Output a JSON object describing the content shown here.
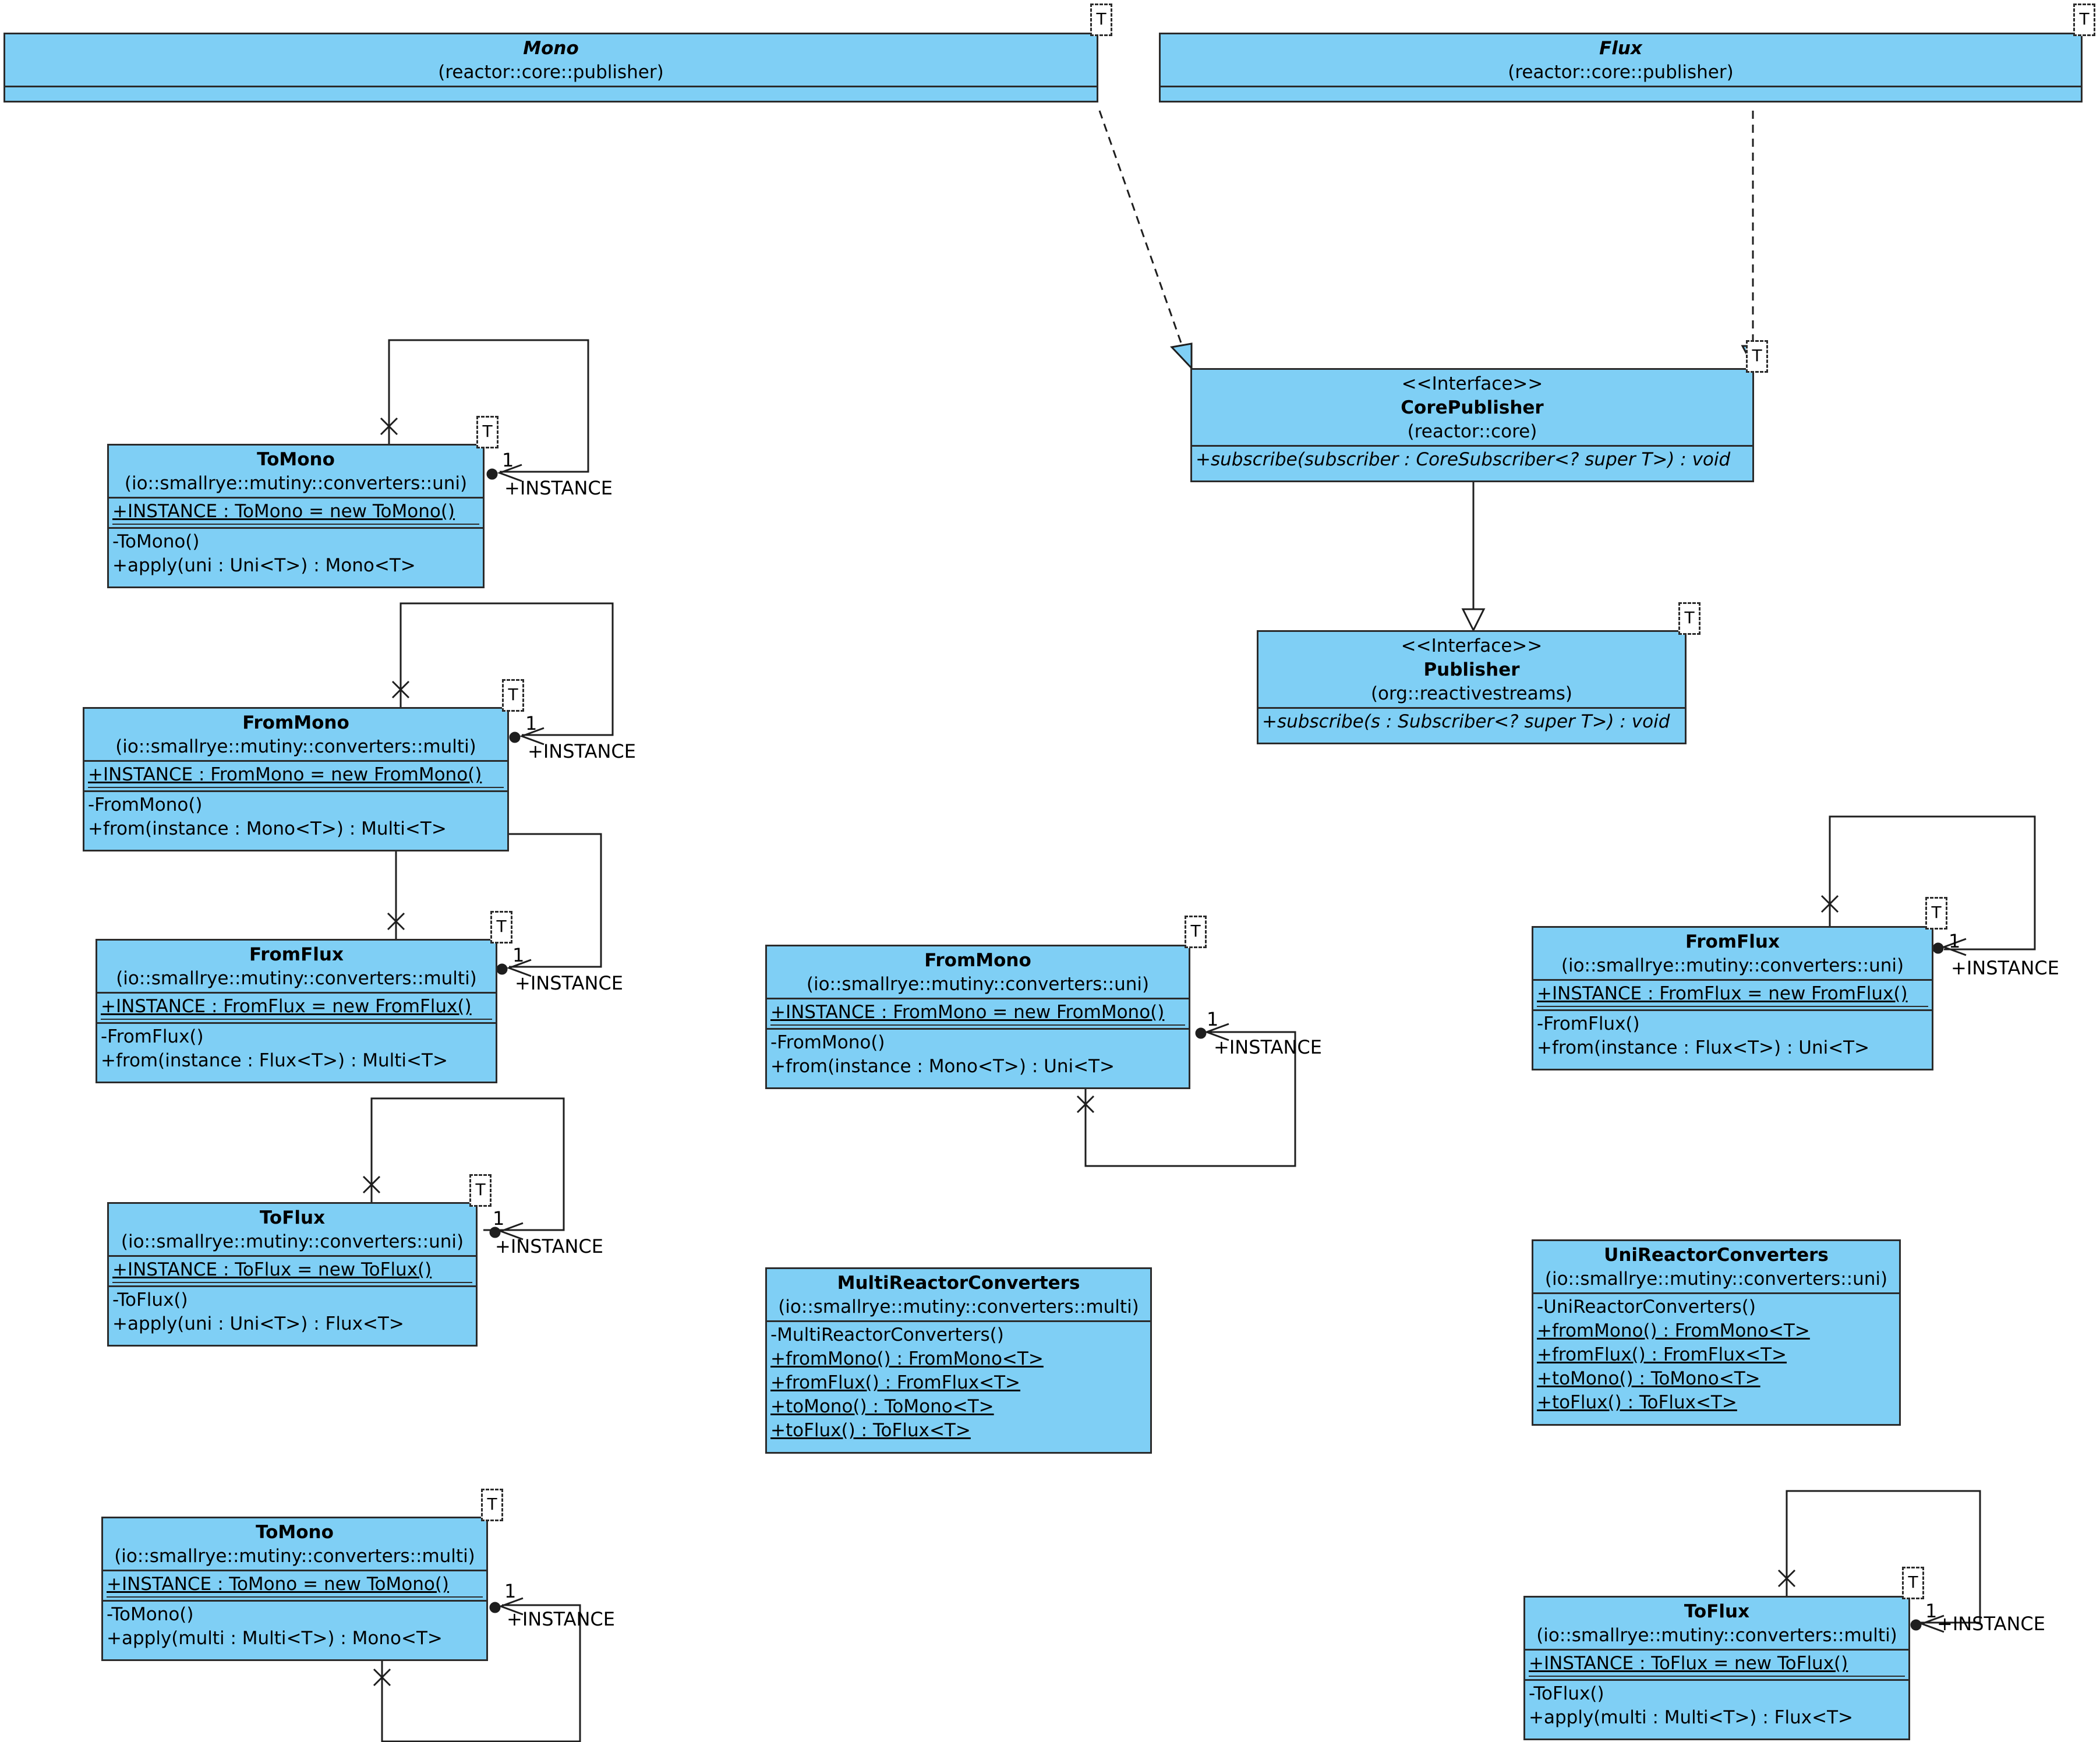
{
  "template_param": "T",
  "association": {
    "role": "+INSTANCE",
    "multiplicity": "1"
  },
  "colors": {
    "class_fill": "#7fcff5",
    "line": "#1e1e1e"
  },
  "classes": {
    "mono": {
      "name": "Mono",
      "package": "(reactor::core::publisher)"
    },
    "flux": {
      "name": "Flux",
      "package": "(reactor::core::publisher)"
    },
    "core_publisher": {
      "stereotype": "<<Interface>>",
      "name": "CorePublisher",
      "package": "(reactor::core)",
      "operations": [
        "+subscribe(subscriber : CoreSubscriber<? super T>) : void"
      ]
    },
    "publisher": {
      "stereotype": "<<Interface>>",
      "name": "Publisher",
      "package": "(org::reactivestreams)",
      "operations": [
        "+subscribe(s : Subscriber<? super T>) : void"
      ]
    },
    "to_mono_uni": {
      "name": "ToMono",
      "package": "(io::smallrye::mutiny::converters::uni)",
      "attributes": [
        "+INSTANCE : ToMono = new ToMono()"
      ],
      "operations": [
        "-ToMono()",
        "+apply(uni : Uni<T>) : Mono<T>"
      ]
    },
    "from_mono_multi": {
      "name": "FromMono",
      "package": "(io::smallrye::mutiny::converters::multi)",
      "attributes": [
        "+INSTANCE : FromMono = new FromMono()"
      ],
      "operations": [
        "-FromMono()",
        "+from(instance : Mono<T>) : Multi<T>"
      ]
    },
    "from_flux_multi": {
      "name": "FromFlux",
      "package": "(io::smallrye::mutiny::converters::multi)",
      "attributes": [
        "+INSTANCE : FromFlux = new FromFlux()"
      ],
      "operations": [
        "-FromFlux()",
        "+from(instance : Flux<T>) : Multi<T>"
      ]
    },
    "to_flux_uni": {
      "name": "ToFlux",
      "package": "(io::smallrye::mutiny::converters::uni)",
      "attributes": [
        "+INSTANCE : ToFlux = new ToFlux()"
      ],
      "operations": [
        "-ToFlux()",
        "+apply(uni : Uni<T>) : Flux<T>"
      ]
    },
    "to_mono_multi": {
      "name": "ToMono",
      "package": "(io::smallrye::mutiny::converters::multi)",
      "attributes": [
        "+INSTANCE : ToMono = new ToMono()"
      ],
      "operations": [
        "-ToMono()",
        "+apply(multi : Multi<T>) : Mono<T>"
      ]
    },
    "from_mono_uni": {
      "name": "FromMono",
      "package": "(io::smallrye::mutiny::converters::uni)",
      "attributes": [
        "+INSTANCE : FromMono = new FromMono()"
      ],
      "operations": [
        "-FromMono()",
        "+from(instance : Mono<T>) : Uni<T>"
      ]
    },
    "multi_reactor_converters": {
      "name": "MultiReactorConverters",
      "package": "(io::smallrye::mutiny::converters::multi)",
      "operations": [
        "-MultiReactorConverters()",
        "+fromMono() : FromMono<T>",
        "+fromFlux() : FromFlux<T>",
        "+toMono() : ToMono<T>",
        "+toFlux() : ToFlux<T>"
      ]
    },
    "from_flux_uni": {
      "name": "FromFlux",
      "package": "(io::smallrye::mutiny::converters::uni)",
      "attributes": [
        "+INSTANCE : FromFlux = new FromFlux()"
      ],
      "operations": [
        "-FromFlux()",
        "+from(instance : Flux<T>) : Uni<T>"
      ]
    },
    "uni_reactor_converters": {
      "name": "UniReactorConverters",
      "package": "(io::smallrye::mutiny::converters::uni)",
      "operations": [
        "-UniReactorConverters()",
        "+fromMono() : FromMono<T>",
        "+fromFlux() : FromFlux<T>",
        "+toMono() : ToMono<T>",
        "+toFlux() : ToFlux<T>"
      ]
    },
    "to_flux_multi": {
      "name": "ToFlux",
      "package": "(io::smallrye::mutiny::converters::multi)",
      "attributes": [
        "+INSTANCE : ToFlux = new ToFlux()"
      ],
      "operations": [
        "-ToFlux()",
        "+apply(multi : Multi<T>) : Flux<T>"
      ]
    }
  }
}
